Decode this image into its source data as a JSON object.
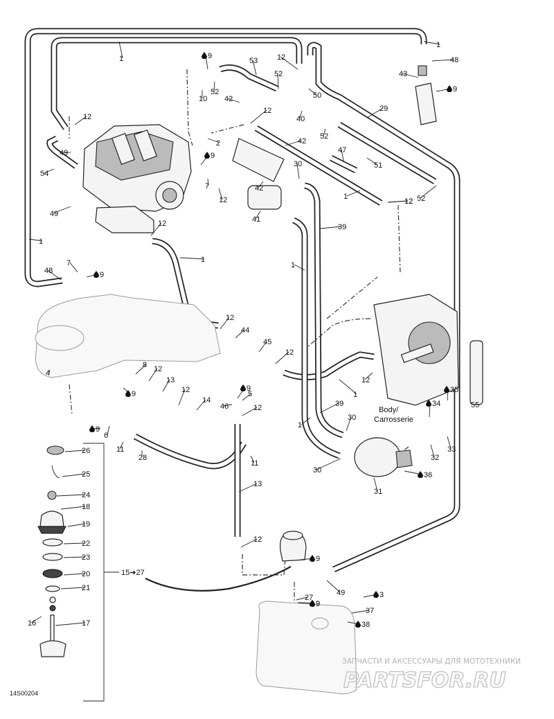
{
  "figure_code": "14S00204",
  "body_label_line1": "Body/",
  "body_label_line2": "Carrosserie",
  "range_label": "15➔27",
  "watermark_line1": "ЗАПЧАСТИ И АКСЕССУАРЫ ДЛЯ МОТОТЕХНИКИ",
  "watermark_line2": "PARTSFOR.RU",
  "drop_icon_meaning": "lubricant-drop-icon",
  "callouts": [
    {
      "id": "c1a",
      "text": "1",
      "drop": false
    },
    {
      "id": "c1b",
      "text": "1",
      "drop": false
    },
    {
      "id": "c1c",
      "text": "1",
      "drop": false
    },
    {
      "id": "c1d",
      "text": "1",
      "drop": false
    },
    {
      "id": "c1e",
      "text": "1",
      "drop": false
    },
    {
      "id": "c1f",
      "text": "1",
      "drop": false
    },
    {
      "id": "c1g",
      "text": "1",
      "drop": false
    },
    {
      "id": "c1h",
      "text": "1",
      "drop": false
    },
    {
      "id": "c2",
      "text": "2",
      "drop": false
    },
    {
      "id": "c3",
      "text": "3",
      "drop": true
    },
    {
      "id": "c4",
      "text": "4",
      "drop": false
    },
    {
      "id": "c5",
      "text": "5",
      "drop": false
    },
    {
      "id": "c6",
      "text": "6",
      "drop": false
    },
    {
      "id": "c7a",
      "text": "7",
      "drop": false
    },
    {
      "id": "c7b",
      "text": "7",
      "drop": false
    },
    {
      "id": "c8",
      "text": "8",
      "drop": false
    },
    {
      "id": "c9a",
      "text": "9",
      "drop": true
    },
    {
      "id": "c9b",
      "text": "9",
      "drop": true
    },
    {
      "id": "c9c",
      "text": "9",
      "drop": true
    },
    {
      "id": "c9d",
      "text": "9",
      "drop": true
    },
    {
      "id": "c9e",
      "text": "9",
      "drop": true
    },
    {
      "id": "c9f",
      "text": "9",
      "drop": true
    },
    {
      "id": "c9g",
      "text": "9",
      "drop": true
    },
    {
      "id": "c9h",
      "text": "9",
      "drop": true
    },
    {
      "id": "c9i",
      "text": "9",
      "drop": true
    },
    {
      "id": "c9j",
      "text": "9",
      "drop": true
    },
    {
      "id": "c10",
      "text": "10",
      "drop": false
    },
    {
      "id": "c11a",
      "text": "11",
      "drop": false
    },
    {
      "id": "c11b",
      "text": "11",
      "drop": false
    },
    {
      "id": "c12a",
      "text": "12",
      "drop": false
    },
    {
      "id": "c12b",
      "text": "12",
      "drop": false
    },
    {
      "id": "c12c",
      "text": "12",
      "drop": false
    },
    {
      "id": "c12d",
      "text": "12",
      "drop": false
    },
    {
      "id": "c12e",
      "text": "12",
      "drop": false
    },
    {
      "id": "c12f",
      "text": "12",
      "drop": false
    },
    {
      "id": "c12g",
      "text": "12",
      "drop": false
    },
    {
      "id": "c12h",
      "text": "12",
      "drop": false
    },
    {
      "id": "c12i",
      "text": "12",
      "drop": false
    },
    {
      "id": "c12j",
      "text": "12",
      "drop": false
    },
    {
      "id": "c12k",
      "text": "12",
      "drop": false
    },
    {
      "id": "c12l",
      "text": "12",
      "drop": false
    },
    {
      "id": "c12m",
      "text": "12",
      "drop": false
    },
    {
      "id": "c12n",
      "text": "12",
      "drop": false
    },
    {
      "id": "c13a",
      "text": "13",
      "drop": false
    },
    {
      "id": "c13b",
      "text": "13",
      "drop": false
    },
    {
      "id": "c14",
      "text": "14",
      "drop": false
    },
    {
      "id": "c16",
      "text": "16",
      "drop": false
    },
    {
      "id": "c17",
      "text": "17",
      "drop": false
    },
    {
      "id": "c18",
      "text": "18",
      "drop": false
    },
    {
      "id": "c19",
      "text": "19",
      "drop": false
    },
    {
      "id": "c20",
      "text": "20",
      "drop": false
    },
    {
      "id": "c21",
      "text": "21",
      "drop": false
    },
    {
      "id": "c22",
      "text": "22",
      "drop": false
    },
    {
      "id": "c23",
      "text": "23",
      "drop": false
    },
    {
      "id": "c24",
      "text": "24",
      "drop": false
    },
    {
      "id": "c25",
      "text": "25",
      "drop": false
    },
    {
      "id": "c26",
      "text": "26",
      "drop": false
    },
    {
      "id": "c27",
      "text": "27",
      "drop": false
    },
    {
      "id": "c28",
      "text": "28",
      "drop": false
    },
    {
      "id": "c29",
      "text": "29",
      "drop": false
    },
    {
      "id": "c30a",
      "text": "30",
      "drop": false
    },
    {
      "id": "c30b",
      "text": "30",
      "drop": false
    },
    {
      "id": "c30c",
      "text": "30",
      "drop": false
    },
    {
      "id": "c31",
      "text": "31",
      "drop": false
    },
    {
      "id": "c32",
      "text": "32",
      "drop": false
    },
    {
      "id": "c33",
      "text": "33",
      "drop": false
    },
    {
      "id": "c34",
      "text": "34",
      "drop": true
    },
    {
      "id": "c35",
      "text": "35",
      "drop": true
    },
    {
      "id": "c36",
      "text": "36",
      "drop": true
    },
    {
      "id": "c37",
      "text": "37",
      "drop": false
    },
    {
      "id": "c38",
      "text": "38",
      "drop": true
    },
    {
      "id": "c39a",
      "text": "39",
      "drop": false
    },
    {
      "id": "c39b",
      "text": "39",
      "drop": false
    },
    {
      "id": "c40",
      "text": "40",
      "drop": false
    },
    {
      "id": "c41",
      "text": "41",
      "drop": false
    },
    {
      "id": "c42a",
      "text": "42",
      "drop": false
    },
    {
      "id": "c42b",
      "text": "42",
      "drop": false
    },
    {
      "id": "c42c",
      "text": "42",
      "drop": false
    },
    {
      "id": "c43",
      "text": "43",
      "drop": false
    },
    {
      "id": "c44",
      "text": "44",
      "drop": false
    },
    {
      "id": "c45",
      "text": "45",
      "drop": false
    },
    {
      "id": "c46",
      "text": "46",
      "drop": false
    },
    {
      "id": "c47",
      "text": "47",
      "drop": false
    },
    {
      "id": "c48a",
      "text": "48",
      "drop": false
    },
    {
      "id": "c48b",
      "text": "48",
      "drop": false
    },
    {
      "id": "c49a",
      "text": "49",
      "drop": false
    },
    {
      "id": "c49b",
      "text": "49",
      "drop": false
    },
    {
      "id": "c49c",
      "text": "49",
      "drop": false
    },
    {
      "id": "c50",
      "text": "50",
      "drop": false
    },
    {
      "id": "c51",
      "text": "51",
      "drop": false
    },
    {
      "id": "c52a",
      "text": "52",
      "drop": false
    },
    {
      "id": "c52b",
      "text": "52",
      "drop": false
    },
    {
      "id": "c52c",
      "text": "52",
      "drop": false
    },
    {
      "id": "c52d",
      "text": "52",
      "drop": false
    },
    {
      "id": "c53",
      "text": "53",
      "drop": false
    },
    {
      "id": "c54",
      "text": "54",
      "drop": false
    },
    {
      "id": "c55",
      "text": "55",
      "drop": false
    }
  ]
}
